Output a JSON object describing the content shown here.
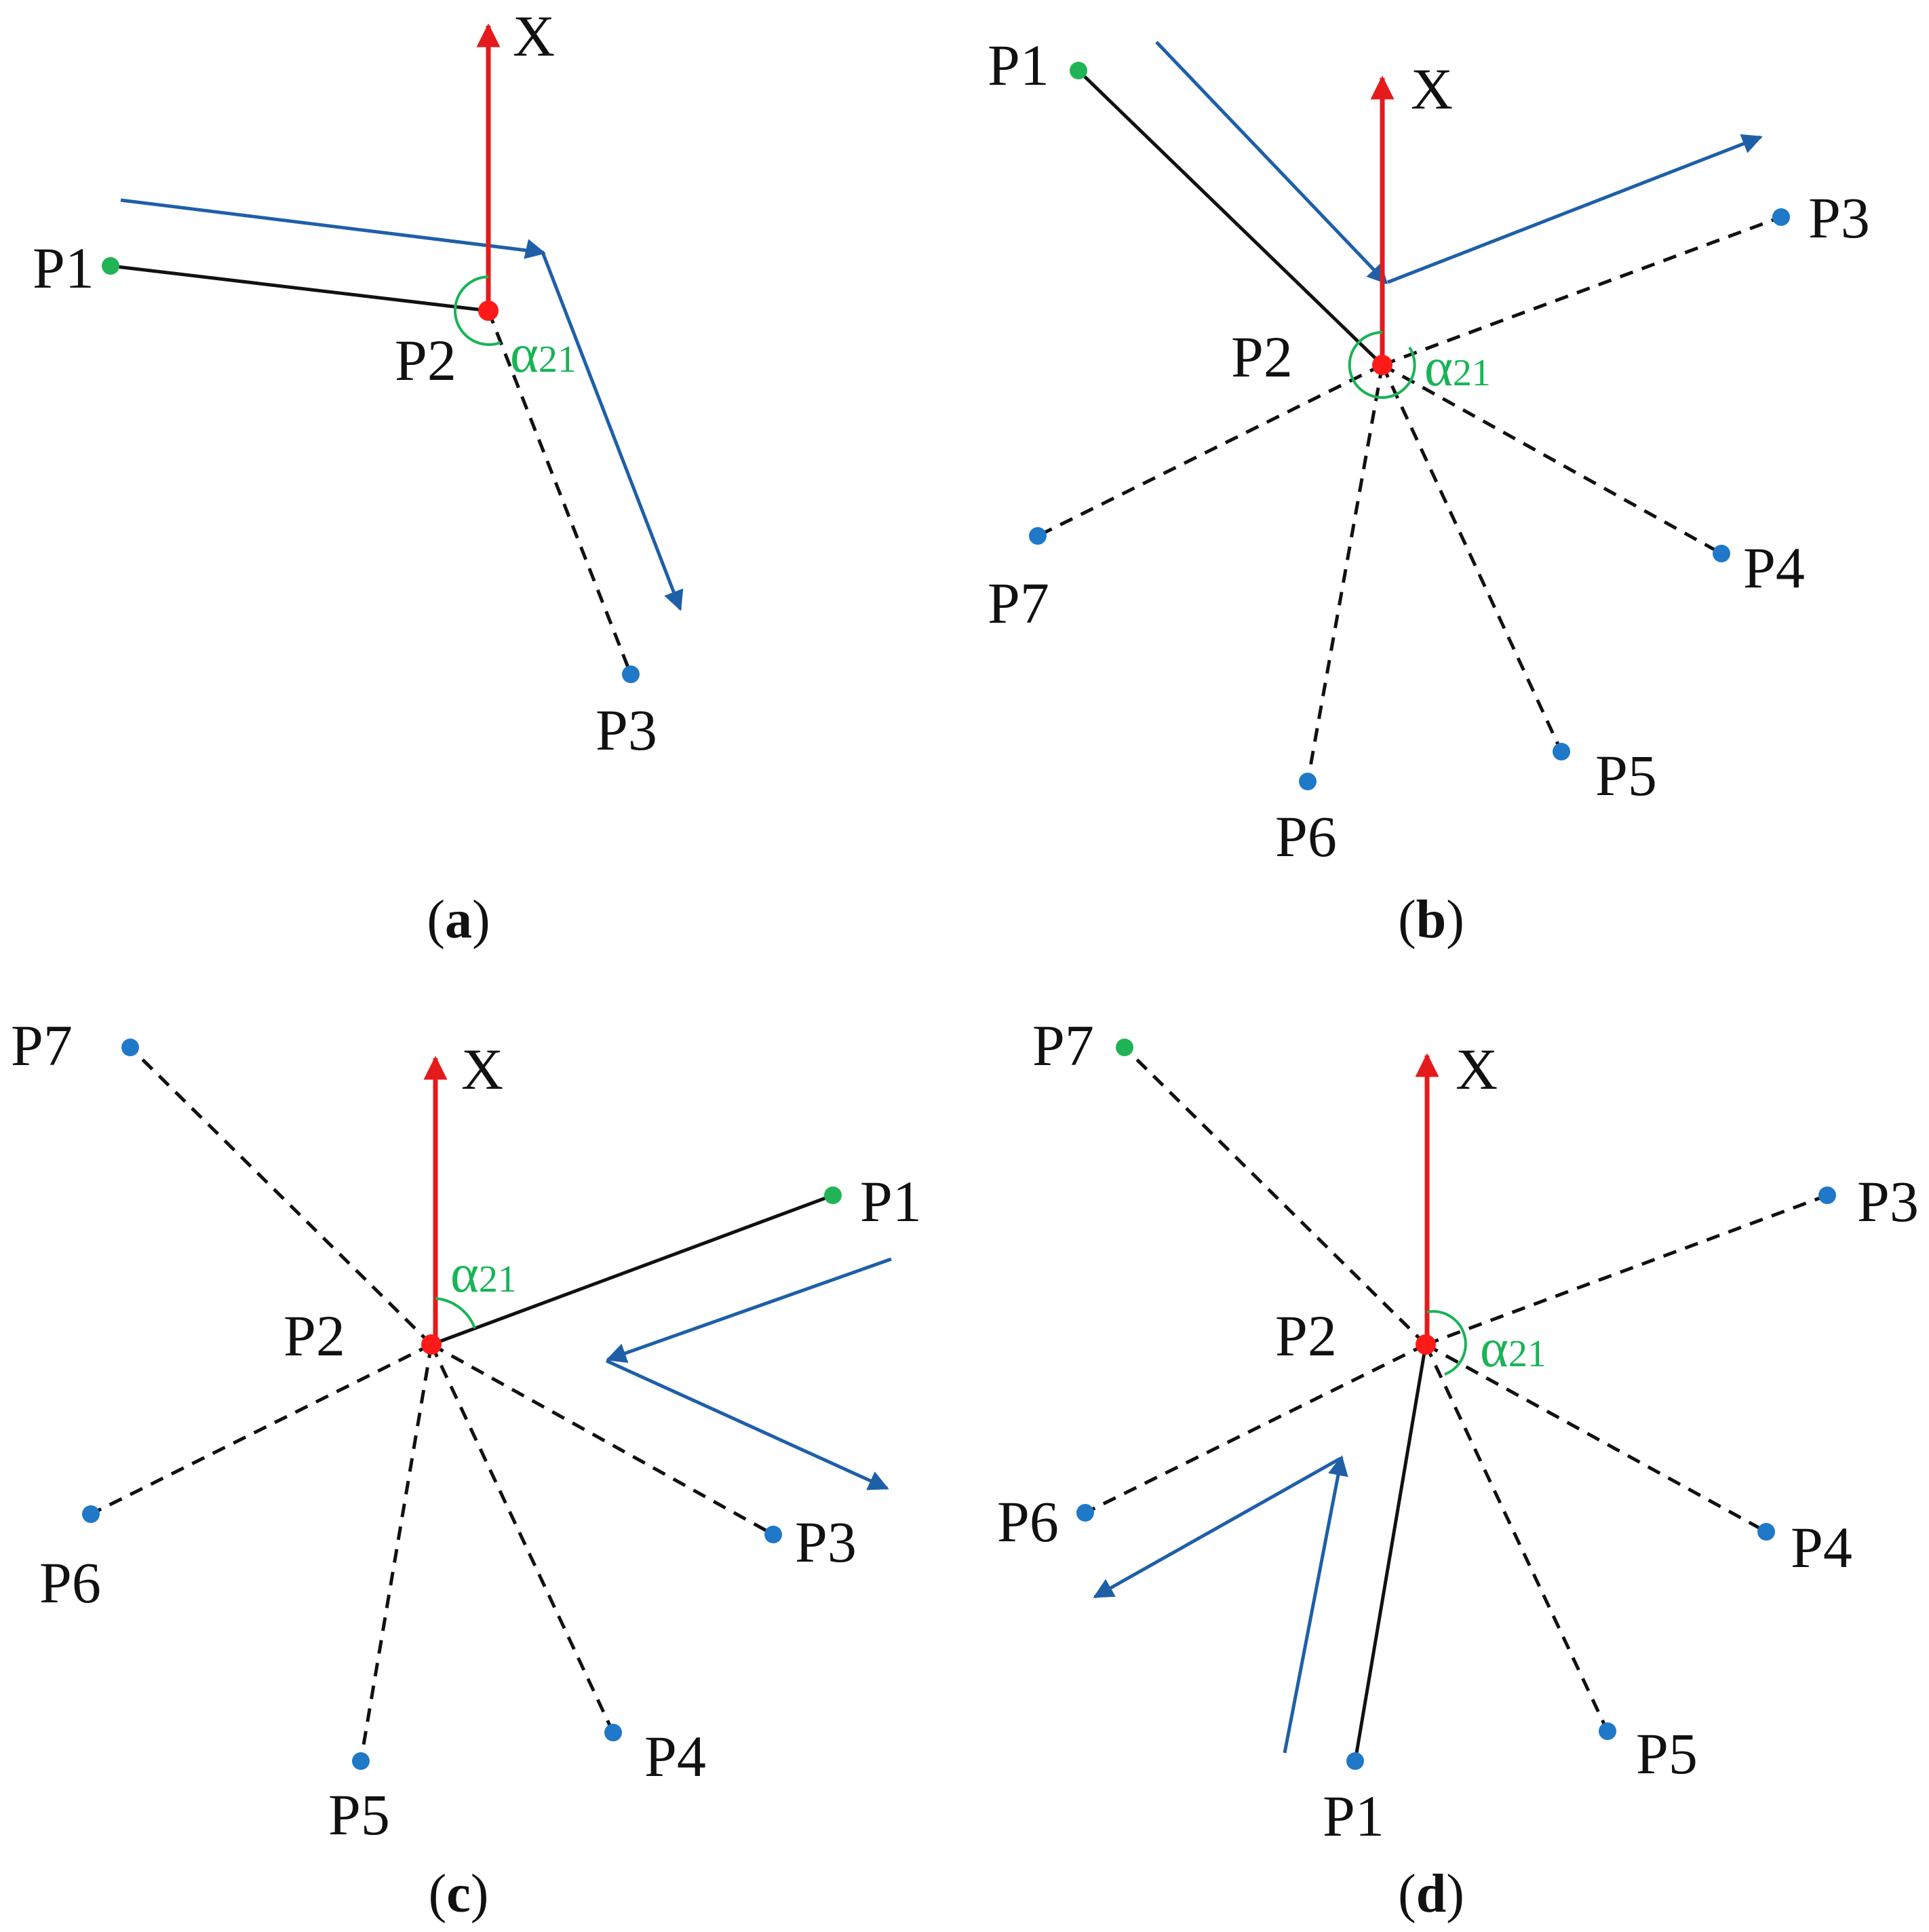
{
  "colors": {
    "axis": "#e41a1c",
    "flow": "#1f5fa8",
    "solid": "#111111",
    "start_point": "#20b456",
    "neighbor_point": "#1f78c8",
    "center_point": "#ff1a1a",
    "angle": "#18b456"
  },
  "panels": [
    {
      "caption": {
        "open": "(",
        "letter": "a",
        "close": ")"
      },
      "axis_label": "X",
      "angle_label": {
        "greek": "α",
        "sub": "21"
      },
      "points": [
        {
          "label": "P1",
          "role": "start"
        },
        {
          "label": "P2",
          "role": "center"
        },
        {
          "label": "P3",
          "role": "neighbor"
        }
      ]
    },
    {
      "caption": {
        "open": "(",
        "letter": "b",
        "close": ")"
      },
      "axis_label": "X",
      "angle_label": {
        "greek": "α",
        "sub": "21"
      },
      "points": [
        {
          "label": "P1",
          "role": "start"
        },
        {
          "label": "P2",
          "role": "center"
        },
        {
          "label": "P3",
          "role": "neighbor"
        },
        {
          "label": "P4",
          "role": "neighbor"
        },
        {
          "label": "P5",
          "role": "neighbor"
        },
        {
          "label": "P6",
          "role": "neighbor"
        },
        {
          "label": "P7",
          "role": "neighbor"
        }
      ]
    },
    {
      "caption": {
        "open": "(",
        "letter": "c",
        "close": ")"
      },
      "axis_label": "X",
      "angle_label": {
        "greek": "α",
        "sub": "21"
      },
      "points": [
        {
          "label": "P1",
          "role": "start"
        },
        {
          "label": "P2",
          "role": "center"
        },
        {
          "label": "P3",
          "role": "neighbor"
        },
        {
          "label": "P4",
          "role": "neighbor"
        },
        {
          "label": "P5",
          "role": "neighbor"
        },
        {
          "label": "P6",
          "role": "neighbor"
        },
        {
          "label": "P7",
          "role": "neighbor"
        }
      ]
    },
    {
      "caption": {
        "open": "(",
        "letter": "d",
        "close": ")"
      },
      "axis_label": "X",
      "angle_label": {
        "greek": "α",
        "sub": "21"
      },
      "points": [
        {
          "label": "P1",
          "role": "start"
        },
        {
          "label": "P2",
          "role": "center"
        },
        {
          "label": "P3",
          "role": "neighbor"
        },
        {
          "label": "P4",
          "role": "neighbor"
        },
        {
          "label": "P5",
          "role": "neighbor"
        },
        {
          "label": "P6",
          "role": "neighbor"
        },
        {
          "label": "P7",
          "role": "start"
        }
      ]
    }
  ]
}
